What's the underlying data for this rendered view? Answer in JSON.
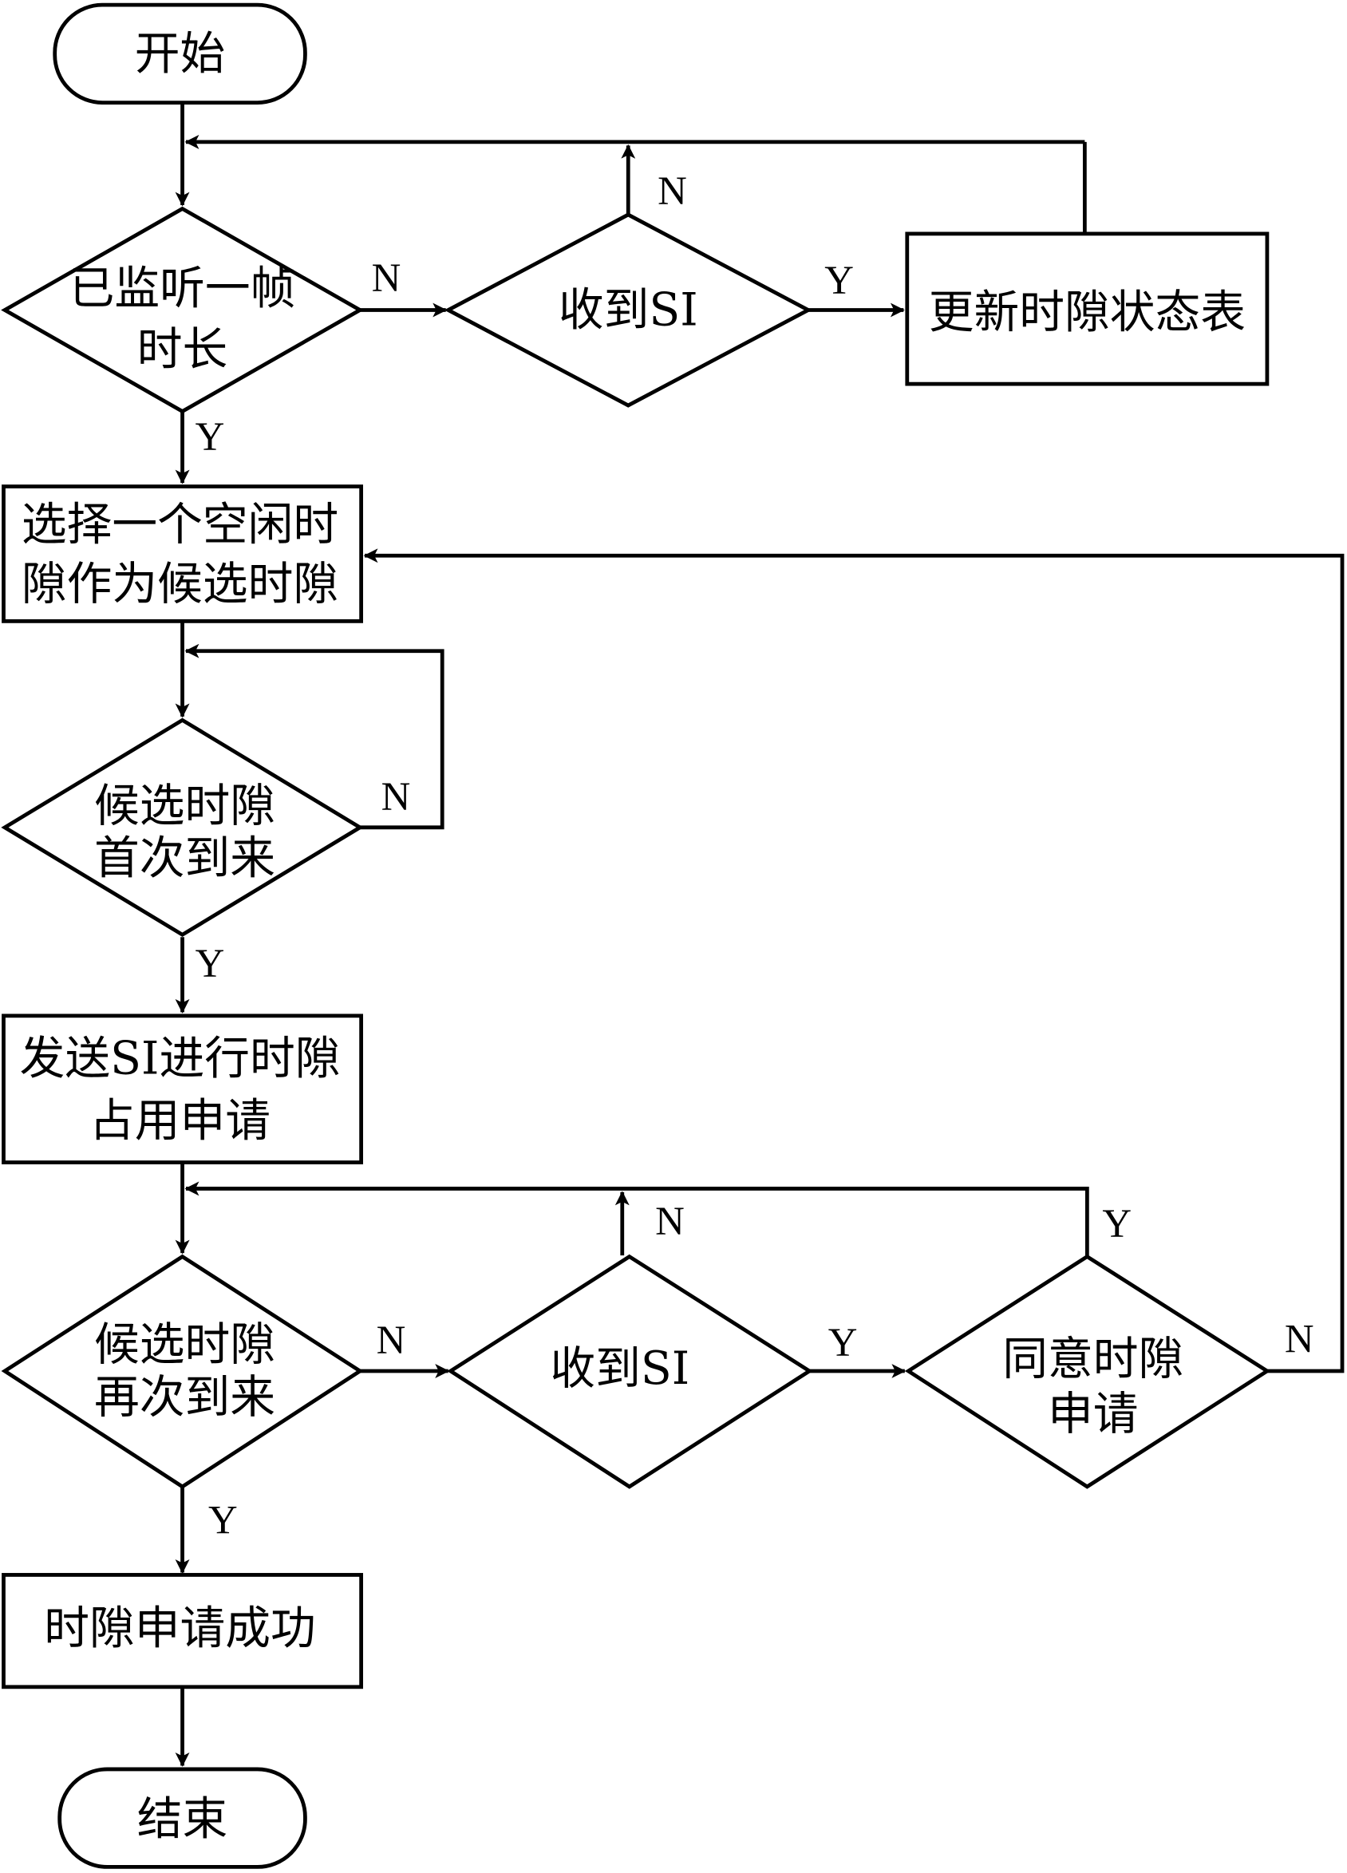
{
  "diagram": {
    "type": "flowchart",
    "colors": {
      "stroke": "#000000",
      "background": "#ffffff"
    },
    "nodes": {
      "start": {
        "kind": "terminator",
        "label": "开始"
      },
      "listened_one_frame": {
        "kind": "decision",
        "lines": [
          "已监听一帧",
          "时长"
        ]
      },
      "received_si_1": {
        "kind": "decision",
        "lines": [
          "收到SI"
        ]
      },
      "update_slot_table": {
        "kind": "process",
        "lines": [
          "更新时隙状态表"
        ]
      },
      "select_idle_slot": {
        "kind": "process",
        "lines": [
          "选择一个空闲时",
          "隙作为候选时隙"
        ]
      },
      "candidate_first_arrival": {
        "kind": "decision",
        "lines": [
          "候选时隙",
          "首次到来"
        ]
      },
      "send_si_request": {
        "kind": "process",
        "lines": [
          "发送SI进行时隙",
          "占用申请"
        ]
      },
      "candidate_second_arrival": {
        "kind": "decision",
        "lines": [
          "候选时隙",
          "再次到来"
        ]
      },
      "received_si_2": {
        "kind": "decision",
        "lines": [
          "收到SI"
        ]
      },
      "agree_slot_request": {
        "kind": "decision",
        "lines": [
          "同意时隙",
          "申请"
        ]
      },
      "slot_request_success": {
        "kind": "process",
        "lines": [
          "时隙申请成功"
        ]
      },
      "end": {
        "kind": "terminator",
        "label": "结束"
      }
    },
    "edges": [
      {
        "from": "start",
        "to": "listened_one_frame",
        "label": ""
      },
      {
        "from": "listened_one_frame",
        "to": "received_si_1",
        "label": "N"
      },
      {
        "from": "listened_one_frame",
        "to": "select_idle_slot",
        "label": "Y"
      },
      {
        "from": "received_si_1",
        "to": "listened_one_frame",
        "label": "N"
      },
      {
        "from": "received_si_1",
        "to": "update_slot_table",
        "label": "Y"
      },
      {
        "from": "update_slot_table",
        "to": "listened_one_frame",
        "label": ""
      },
      {
        "from": "select_idle_slot",
        "to": "candidate_first_arrival",
        "label": ""
      },
      {
        "from": "candidate_first_arrival",
        "to": "candidate_first_arrival",
        "label": "N"
      },
      {
        "from": "candidate_first_arrival",
        "to": "send_si_request",
        "label": "Y"
      },
      {
        "from": "send_si_request",
        "to": "candidate_second_arrival",
        "label": ""
      },
      {
        "from": "candidate_second_arrival",
        "to": "received_si_2",
        "label": "N"
      },
      {
        "from": "candidate_second_arrival",
        "to": "slot_request_success",
        "label": "Y"
      },
      {
        "from": "received_si_2",
        "to": "candidate_second_arrival",
        "label": "N"
      },
      {
        "from": "received_si_2",
        "to": "agree_slot_request",
        "label": "Y"
      },
      {
        "from": "agree_slot_request",
        "to": "candidate_second_arrival",
        "label": "Y"
      },
      {
        "from": "agree_slot_request",
        "to": "select_idle_slot",
        "label": "N"
      },
      {
        "from": "slot_request_success",
        "to": "end",
        "label": ""
      }
    ],
    "edge_labels": {
      "yes": "Y",
      "no": "N"
    }
  }
}
